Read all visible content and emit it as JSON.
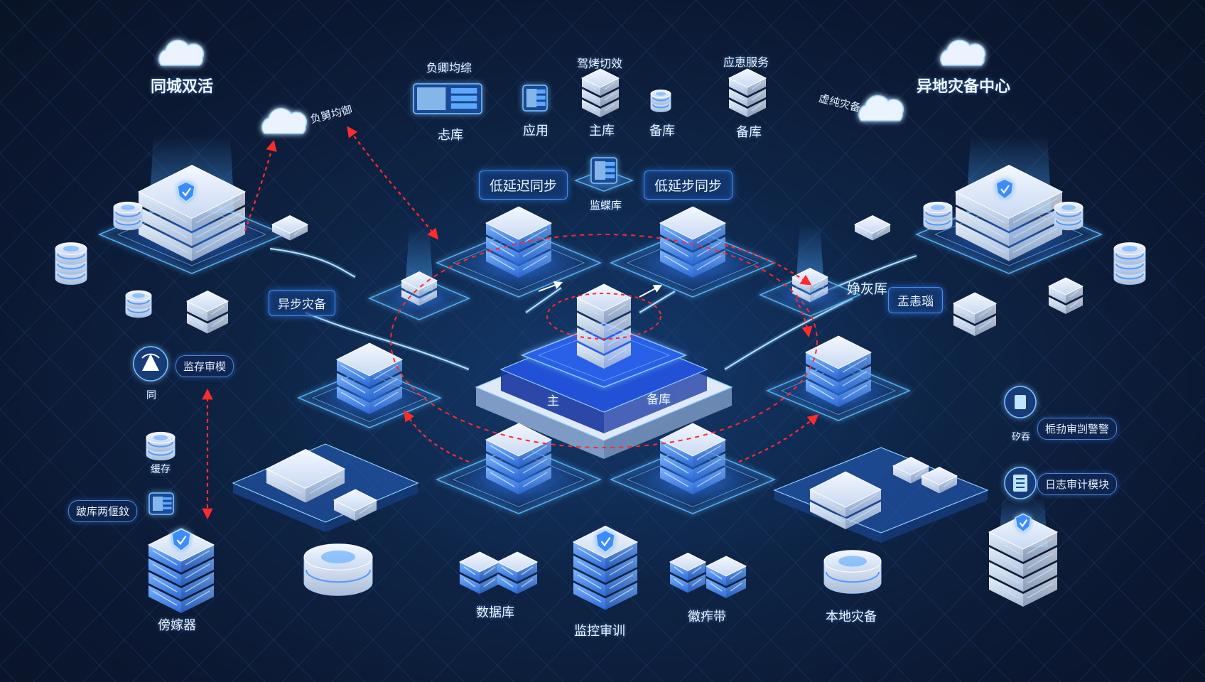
{
  "colors": {
    "accent": "#3d8cff",
    "glow": "#5ab8ff",
    "arrow": "#ff2a2a",
    "core": "#1f4fd8"
  },
  "icons": [
    "cloud-icon",
    "server-icon",
    "database-icon",
    "shield-icon",
    "monitor-icon",
    "radar-icon"
  ],
  "regions": {
    "left_title": "同城双活",
    "right_title": "异地灾备中心"
  },
  "top_labels": {
    "load_balance": "负卿均综",
    "switch": "驾烤切效",
    "app_service": "应恵服务"
  },
  "top_nodes": {
    "main_db_1": "忐库",
    "app": "应用",
    "main_db_2": "主库",
    "backup_db_1": "备库",
    "backup_db_2": "备库"
  },
  "cloud_labels": {
    "left": "负舅均御",
    "right": "虚纯灾备"
  },
  "sync": {
    "left": "低延迟同步",
    "right": "低延步同步",
    "center_caption": "监蝶库"
  },
  "side_labels": {
    "async_backup": "异步灾备",
    "right_a": "婙灰厍",
    "right_b": "盂恚瑙",
    "monitor": "监存审楔",
    "monitor_small": "同",
    "cache": "缓存",
    "db_conn": "跛库两偃鈫"
  },
  "core": {
    "left": "主",
    "right": "备库"
  },
  "right_panel": {
    "alert": "栀劧审剀警警",
    "alert_small": "矽吞",
    "log": "日志审计模块"
  },
  "bottom_labels": {
    "left": "傍嫁器",
    "db": "数据库",
    "audit": "监控审训",
    "cache2": "徽痄带",
    "local_backup": "本地灾备"
  }
}
